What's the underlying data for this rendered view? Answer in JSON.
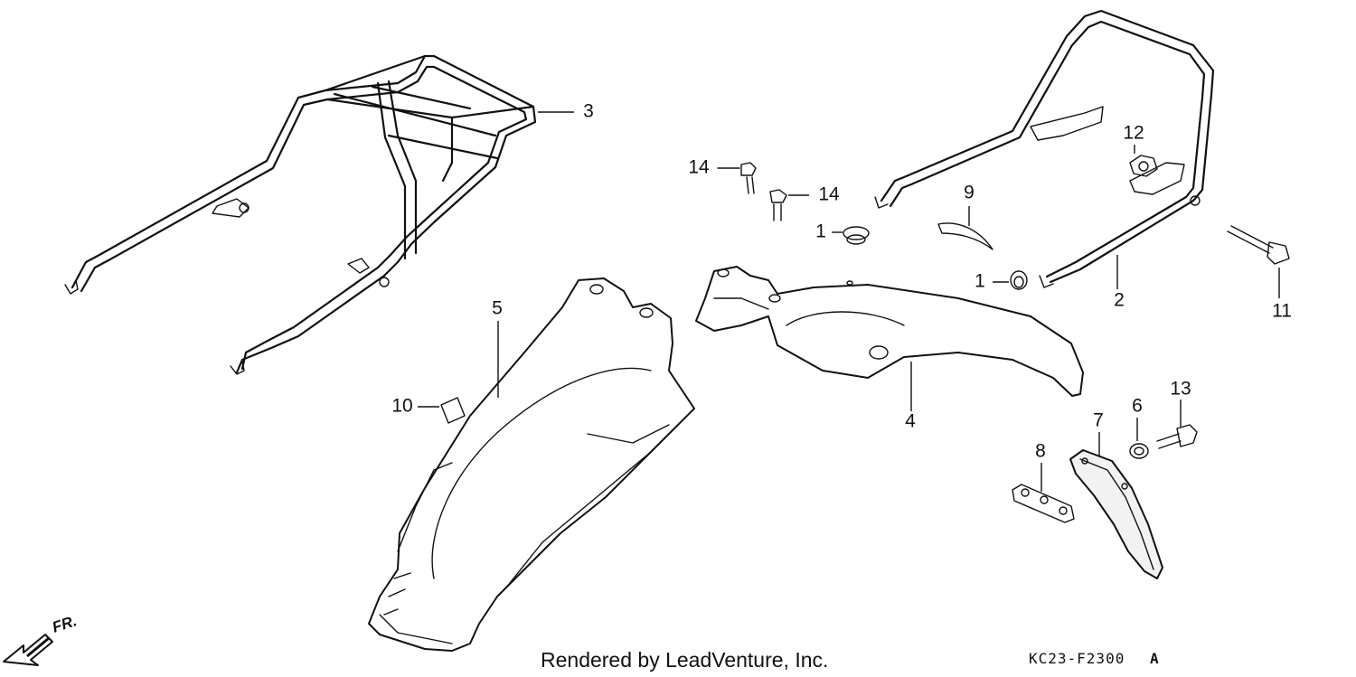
{
  "callouts": {
    "c1a": "1",
    "c1b": "1",
    "c2": "2",
    "c3": "3",
    "c4": "4",
    "c5": "5",
    "c6": "6",
    "c7": "7",
    "c8": "8",
    "c9": "9",
    "c10": "10",
    "c11": "11",
    "c12": "12",
    "c13": "13",
    "c14a": "14",
    "c14b": "14"
  },
  "direction_label": "FR.",
  "footer_text": "Rendered by LeadVenture, Inc.",
  "diagram_code": "KC23-F2300",
  "diagram_variant": "A"
}
